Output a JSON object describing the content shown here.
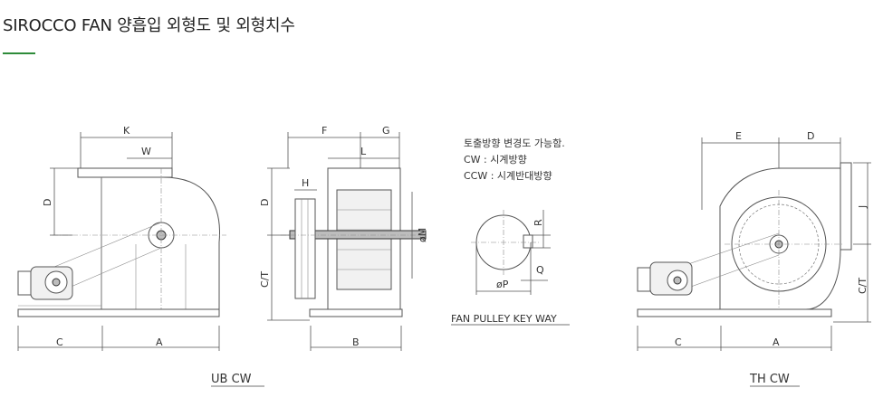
{
  "page": {
    "title": "SIROCCO FAN 양흡입 외형도 및 외형치수",
    "accent_color": "#2e8b3a"
  },
  "diagram": {
    "views": [
      {
        "id": "ub-cw",
        "caption": "UB CW"
      },
      {
        "id": "side",
        "caption": ""
      },
      {
        "id": "keyway",
        "caption": "FAN PULLEY KEY WAY"
      },
      {
        "id": "th-cw",
        "caption": "TH CW"
      }
    ],
    "dimension_labels": {
      "K": "K",
      "W": "W",
      "D": "D",
      "C": "C",
      "A": "A",
      "F": "F",
      "G": "G",
      "L": "L",
      "H": "H",
      "CT": "C/T",
      "B": "B",
      "M": "øM",
      "R": "R",
      "Q": "Q",
      "P": "øP",
      "E": "E",
      "J": "J"
    },
    "notes": {
      "line1": "토출방향 변경도 가능함.",
      "line2": "CW : 시계방향",
      "line3": "CCW : 시계반대방향"
    }
  }
}
